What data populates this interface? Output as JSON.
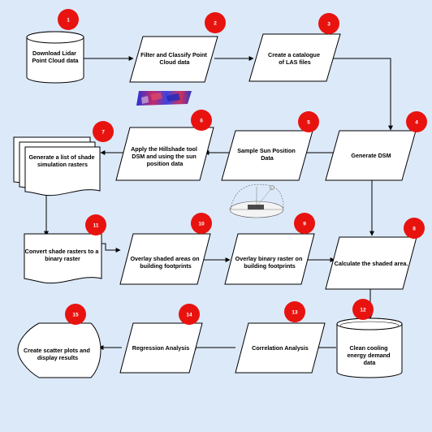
{
  "colors": {
    "background": "#dce9f9",
    "badge": "#e8130f",
    "shape_fill": "#ffffff",
    "stroke": "#000000"
  },
  "steps": [
    {
      "id": 1,
      "badge": "1",
      "lines": [
        "Download Lidar",
        "Point Cloud data"
      ]
    },
    {
      "id": 2,
      "badge": "2",
      "lines": [
        "Filter and Classify Point",
        "Cloud data"
      ]
    },
    {
      "id": 3,
      "badge": "3",
      "lines": [
        "Create a catalogue",
        "of LAS files"
      ]
    },
    {
      "id": 4,
      "badge": "4",
      "lines": [
        "Generate DSM"
      ]
    },
    {
      "id": 5,
      "badge": "5",
      "lines": [
        "Sample Sun Position",
        "Data"
      ]
    },
    {
      "id": 6,
      "badge": "6",
      "lines": [
        "Apply the Hillshade tool",
        "DSM and using the sun",
        "position data"
      ]
    },
    {
      "id": 7,
      "badge": "7",
      "lines": [
        "Generate a list of shade",
        "simulation rasters"
      ]
    },
    {
      "id": 8,
      "badge": "8",
      "lines": [
        "Calculate the shaded area."
      ]
    },
    {
      "id": 9,
      "badge": "9",
      "lines": [
        "Overlay binary raster on",
        "building footprints"
      ]
    },
    {
      "id": 10,
      "badge": "10",
      "lines": [
        "Overlay shaded areas on",
        "building footprints"
      ]
    },
    {
      "id": 11,
      "badge": "11",
      "lines": [
        "Convert shade rasters to a",
        "binary raster"
      ]
    },
    {
      "id": 12,
      "badge": "12",
      "lines": [
        "Clean cooling",
        "energy demand",
        "data"
      ]
    },
    {
      "id": 13,
      "badge": "13",
      "lines": [
        "Correlation Analysis"
      ]
    },
    {
      "id": 14,
      "badge": "14",
      "lines": [
        "Regression Analysis"
      ]
    },
    {
      "id": 15,
      "badge": "15",
      "lines": [
        "Create scatter plots and",
        "display results"
      ]
    }
  ],
  "images": [
    {
      "name": "point-cloud-thumbnail"
    },
    {
      "name": "sun-position-diagram"
    }
  ]
}
